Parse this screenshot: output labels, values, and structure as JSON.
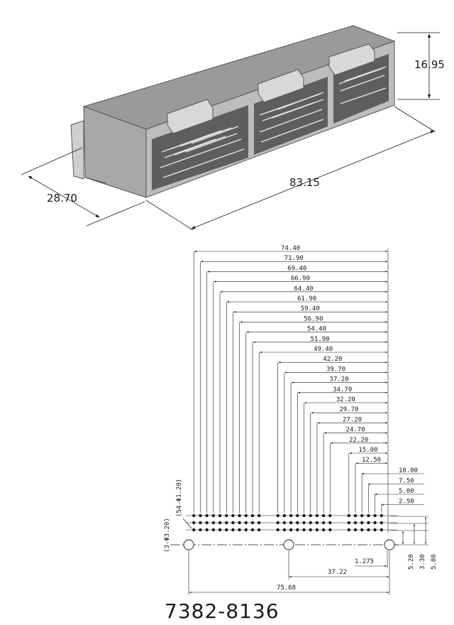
{
  "iso": {
    "height_label": "16.95",
    "length_label": "83.15",
    "depth_label": "28.70"
  },
  "drawing": {
    "pin_dims": [
      "74.40",
      "71.90",
      "69.40",
      "66.90",
      "64.40",
      "61.90",
      "59.40",
      "56.90",
      "54.40",
      "51.90",
      "49.40",
      "42.20",
      "39.70",
      "37.20",
      "34.70",
      "32.20",
      "29.70",
      "27.20",
      "24.70",
      "22.20",
      "15.00",
      "12.50"
    ],
    "right_dims": [
      "10.00",
      "7.50",
      "5.00",
      "2.50"
    ],
    "hole_note_1": "(54-Φ1.20)",
    "hole_note_2": "(3-Φ3.20)",
    "vert_dims": [
      "5.20",
      "3.30",
      "5.80"
    ],
    "bottom_dims": [
      "1.275",
      "37.22",
      "75.68"
    ]
  },
  "part_number": "7382-8136"
}
